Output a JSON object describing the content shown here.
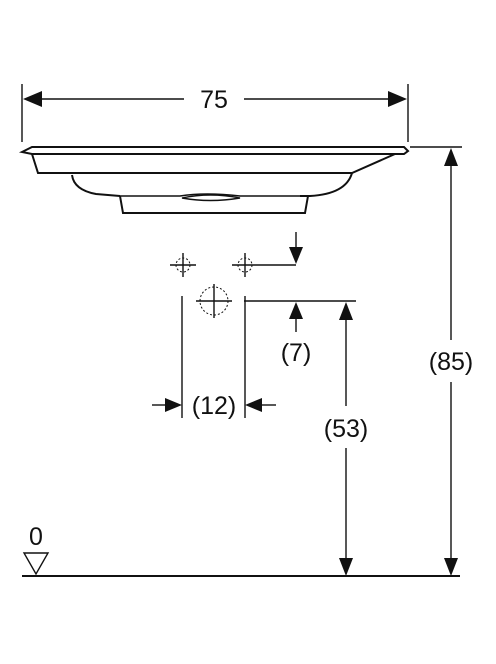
{
  "dimensions": {
    "width": "75",
    "total_height": "(85)",
    "inlet_height": "(53)",
    "inlet_offset": "(7)",
    "inlet_spacing": "(12)",
    "floor_level": "0"
  },
  "colors": {
    "line": "#111111",
    "background": "#ffffff"
  }
}
